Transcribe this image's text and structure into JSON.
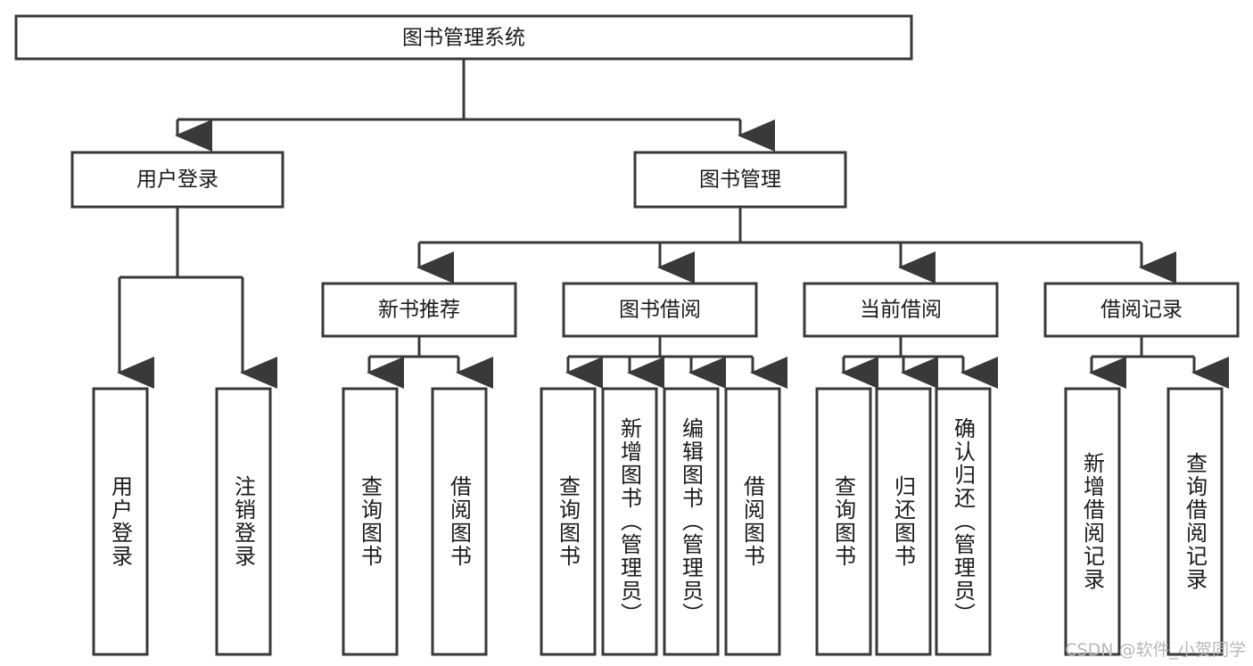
{
  "diagram": {
    "title": "图书管理系统",
    "type": "hierarchy-tree",
    "watermark": "CSDN @软件_小贺同学",
    "colors": {
      "stroke": "#393939",
      "fill": "#ffffff",
      "text": "#1a1a1a",
      "watermark": "#b8b8b8",
      "background": "#ffffff"
    },
    "root": {
      "label": "图书管理系统"
    },
    "level2": [
      {
        "label": "用户登录"
      },
      {
        "label": "图书管理"
      }
    ],
    "level3": [
      {
        "label": "新书推荐"
      },
      {
        "label": "图书借阅"
      },
      {
        "label": "当前借阅"
      },
      {
        "label": "借阅记录"
      }
    ],
    "leaves": {
      "user_login": [
        {
          "label": "用户登录"
        },
        {
          "label": "注销登录"
        }
      ],
      "new_book_recommend": [
        {
          "label": "查询图书"
        },
        {
          "label": "借阅图书"
        }
      ],
      "book_borrow": [
        {
          "label": "查询图书"
        },
        {
          "label": "新增图书（管理员）"
        },
        {
          "label": "编辑图书（管理员）"
        },
        {
          "label": "借阅图书"
        }
      ],
      "current_borrow": [
        {
          "label": "查询图书"
        },
        {
          "label": "归还图书"
        },
        {
          "label": "确认归还（管理员）"
        }
      ],
      "borrow_record": [
        {
          "label": "新增借阅记录"
        },
        {
          "label": "查询借阅记录"
        }
      ]
    }
  }
}
